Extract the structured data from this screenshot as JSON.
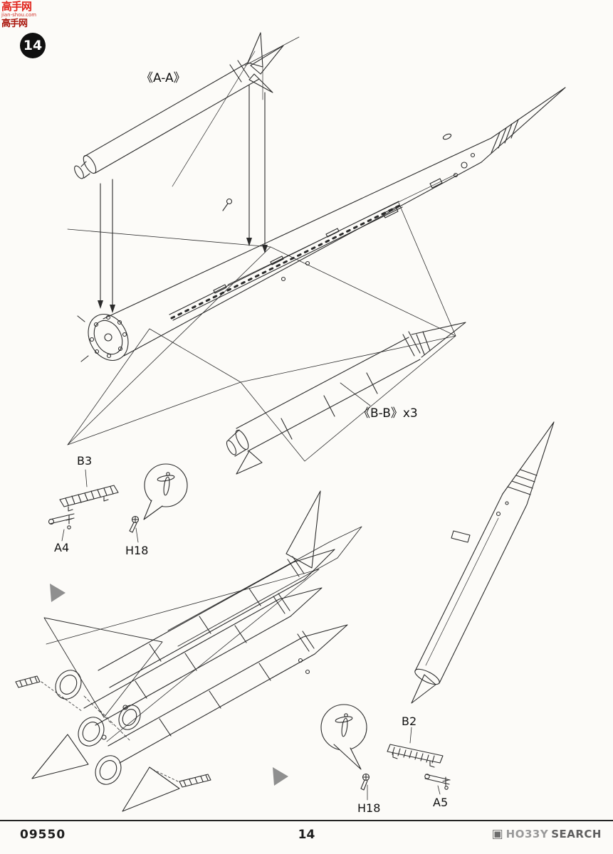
{
  "step": {
    "number": "14"
  },
  "watermark": {
    "site_name": "高手网",
    "site_url": "jian-shou.com",
    "stamp": "高手网"
  },
  "labels": {
    "section_aa": "《A-A》",
    "section_bb": "《B-B》x3",
    "part_b3": "B3",
    "part_a4": "A4",
    "part_h18_left": "H18",
    "part_b2": "B2",
    "part_h18_right": "H18",
    "part_a5": "A5"
  },
  "footer": {
    "kit_number": "09550",
    "page_number": "14",
    "brand_icon": "▣",
    "brand_word1": "HO33Y",
    "brand_word2": "SEARCH"
  },
  "colors": {
    "ink": "#2b2b2b",
    "watermark_red": "#e0221a",
    "arrow_gray": "#8f8f8f"
  }
}
